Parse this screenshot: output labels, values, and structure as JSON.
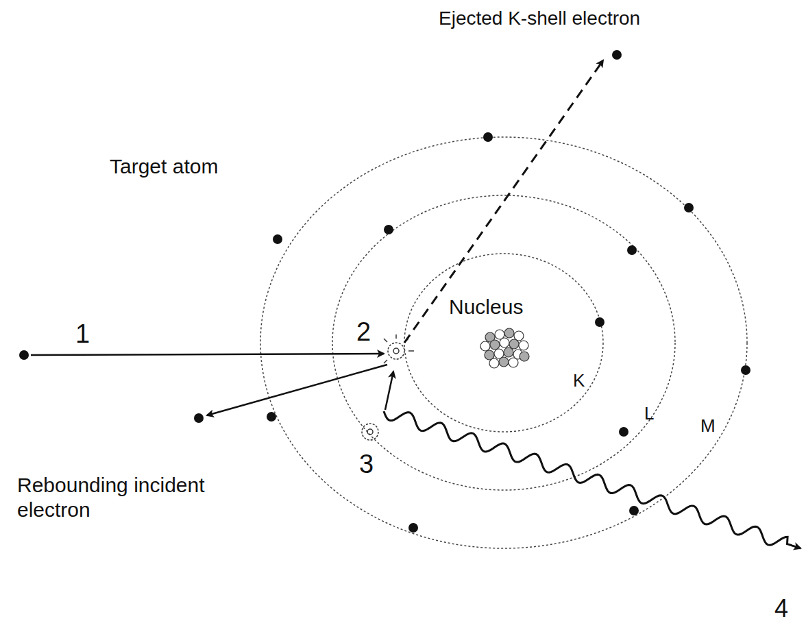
{
  "diagram": {
    "labels": [
      "Ejected K-shell electron",
      "Target atom",
      "1",
      "2",
      "Nucleus",
      "K",
      "L",
      "M",
      "Rebounding incident electron",
      "3",
      "4"
    ]
  }
}
